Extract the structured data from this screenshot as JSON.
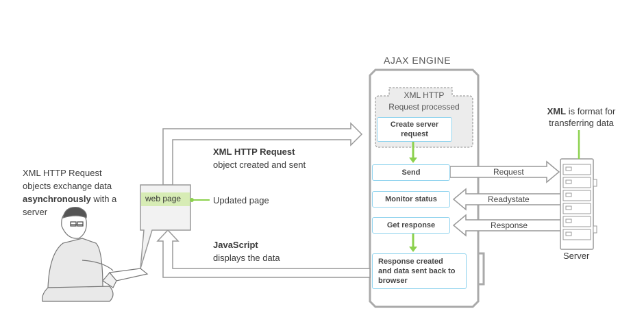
{
  "engine": {
    "title": "AJAX ENGINE",
    "processed_label": "XML HTTP\nRequest processed",
    "steps": {
      "create": "Create server\nrequest",
      "send": "Send",
      "monitor": "Monitor status",
      "get": "Get response",
      "response": "Response created\nand data sent back to\nbrowser"
    }
  },
  "left_text": {
    "line1": "XML HTTP Request",
    "line2": "objects exchange data",
    "line3_bold": "asynchronously",
    "line3_rest": " with a",
    "line4": "server"
  },
  "web_page": {
    "label": "web page",
    "updated": "Updated page"
  },
  "top_arrow": {
    "bold": "XML HTTP Request",
    "rest": "object created and sent"
  },
  "bottom_arrow": {
    "bold": "JavaScript",
    "rest": "displays the data"
  },
  "arrows": {
    "request": "Request",
    "readystate": "Readystate",
    "response": "Response"
  },
  "server": {
    "note_bold": "XML",
    "note_rest": " is format for",
    "note_line2": "transferring data",
    "label": "Server"
  },
  "colors": {
    "accent_green": "#8cd14d",
    "step_border": "#8fd3ee",
    "outline": "#9a9a9a"
  }
}
